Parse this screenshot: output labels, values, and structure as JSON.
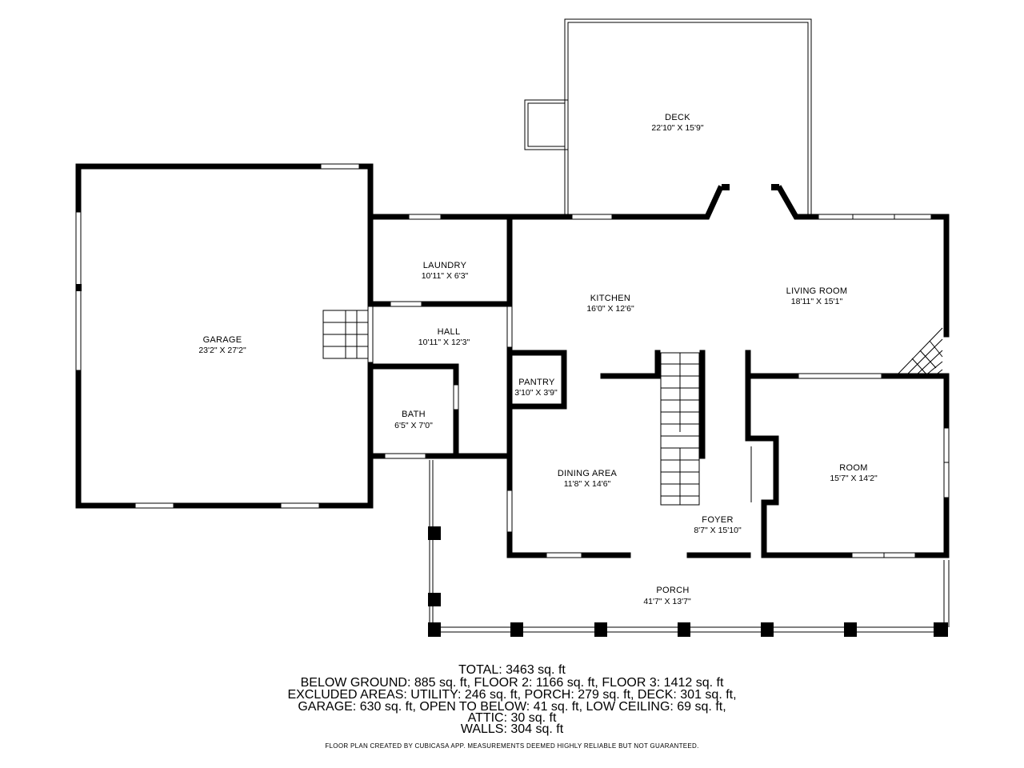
{
  "rooms": {
    "deck": {
      "name": "DECK",
      "dims": "22'10\" X 15'9\""
    },
    "garage": {
      "name": "GARAGE",
      "dims": "23'2\" X 27'2\""
    },
    "laundry": {
      "name": "LAUNDRY",
      "dims": "10'11\" X 6'3\""
    },
    "hall": {
      "name": "HALL",
      "dims": "10'11\" X 12'3\""
    },
    "bath": {
      "name": "BATH",
      "dims": "6'5\" X 7'0\""
    },
    "pantry": {
      "name": "PANTRY",
      "dims": "3'10\" X 3'9\""
    },
    "kitchen": {
      "name": "KITCHEN",
      "dims": "16'0\" X 12'6\""
    },
    "living": {
      "name": "LIVING ROOM",
      "dims": "18'11\" X 15'1\""
    },
    "dining": {
      "name": "DINING AREA",
      "dims": "11'8\" X 14'6\""
    },
    "foyer": {
      "name": "FOYER",
      "dims": "8'7\" X 15'10\""
    },
    "room": {
      "name": "ROOM",
      "dims": "15'7\" X 14'2\""
    },
    "porch": {
      "name": "PORCH",
      "dims": "41'7\" X 13'7\""
    }
  },
  "summary": {
    "total": "TOTAL: 3463 sq. ft",
    "line1": "BELOW GROUND: 885 sq. ft, FLOOR 2: 1166 sq. ft, FLOOR 3: 1412 sq. ft",
    "line2": "EXCLUDED AREAS: UTILITY: 246 sq. ft, PORCH: 279 sq. ft, DECK: 301 sq. ft,",
    "line3": "GARAGE: 630 sq. ft, OPEN TO BELOW: 41 sq. ft, LOW CEILING: 69 sq. ft,",
    "line4": "ATTIC: 30 sq. ft",
    "line5": "WALLS: 304 sq. ft"
  },
  "credit": "FLOOR PLAN CREATED BY CUBICASA APP. MEASUREMENTS DEEMED HIGHLY RELIABLE BUT NOT GUARANTEED."
}
